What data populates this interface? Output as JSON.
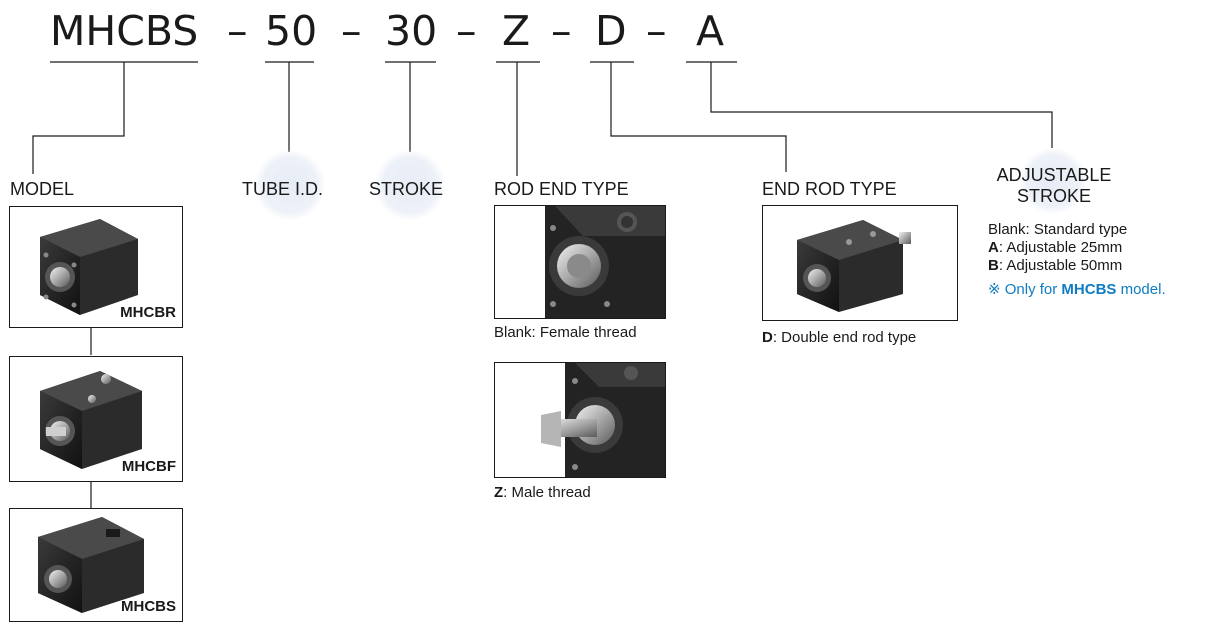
{
  "code": {
    "model": "MHCBS",
    "bore": "50",
    "stroke": "30",
    "rod_end": "Z",
    "end_rod": "D",
    "adjust": "A",
    "separator": "–"
  },
  "sections": {
    "model": "MODEL",
    "tube": "TUBE I.D.",
    "stroke": "STROKE",
    "rod_end_type": "ROD END TYPE",
    "end_rod_type": "END ROD TYPE",
    "adjustable_line1": "ADJUSTABLE",
    "adjustable_line2": "STROKE"
  },
  "models": [
    "MHCBR",
    "MHCBF",
    "MHCBS"
  ],
  "rod_end": {
    "blank_caption": "Blank: Female thread",
    "z_key": "Z",
    "z_caption": ": Male thread"
  },
  "end_rod": {
    "d_key": "D",
    "d_caption": ": Double end rod type"
  },
  "adjustable": {
    "blank": "Blank: Standard type",
    "a_key": "A",
    "a_text": ": Adjustable 25mm",
    "b_key": "B",
    "b_text": ": Adjustable 50mm",
    "note_prefix": "※ Only for ",
    "note_model": "MHCBS",
    "note_suffix": " model."
  },
  "colors": {
    "note": "#0f7cc4",
    "glow": "#e6ecf6",
    "cylinder": "#1c1c1c"
  }
}
